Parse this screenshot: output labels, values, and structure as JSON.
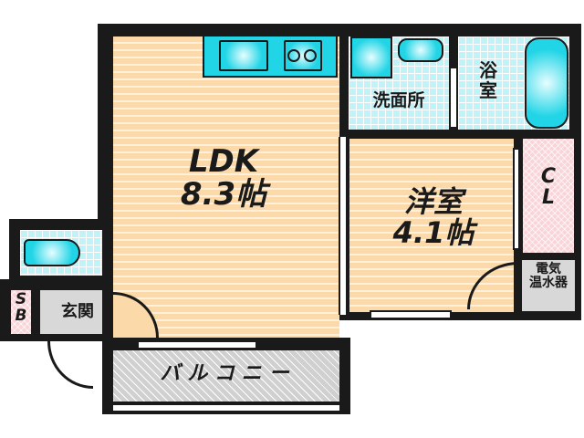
{
  "rooms": {
    "ldk": {
      "name": "LDK",
      "size": "8.3帖"
    },
    "western": {
      "name": "洋室",
      "size": "4.1帖"
    },
    "washroom": {
      "name": "洗面所"
    },
    "bath": {
      "name": "浴\n室",
      "line1": "浴",
      "line2": "室"
    },
    "closet": {
      "line1": "C",
      "line2": "L"
    },
    "water_heater": {
      "line1": "電気",
      "line2": "温水器"
    },
    "shoe_box": {
      "line1": "S",
      "line2": "B"
    },
    "entrance": {
      "name": "玄関"
    },
    "balcony": {
      "name": "バルコニー"
    }
  },
  "colors": {
    "wall": "#1a1a1a",
    "wood_floor": "#fcd9a8",
    "tile": "#bff3f8",
    "fixture": "#22d5e6",
    "closet": "#f9d4d8",
    "balcony": "#d0d0d0"
  }
}
